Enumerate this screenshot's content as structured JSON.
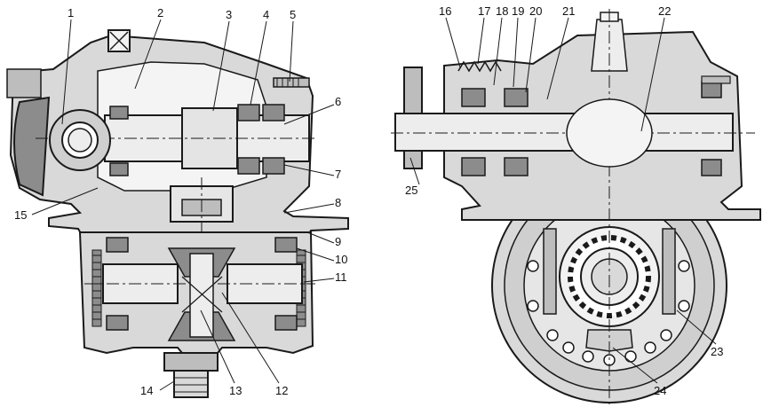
{
  "colors": {
    "ink": "#1a1a1a",
    "housing_fill": "#d9d9d9",
    "shade_fill": "#8c8c8c",
    "shaft_fill": "#ededed",
    "background": "#ffffff"
  },
  "callouts": [
    {
      "id": "c1",
      "text": "1"
    },
    {
      "id": "c2",
      "text": "2"
    },
    {
      "id": "c3",
      "text": "3"
    },
    {
      "id": "c4",
      "text": "4"
    },
    {
      "id": "c5",
      "text": "5"
    },
    {
      "id": "c6",
      "text": "6"
    },
    {
      "id": "c7",
      "text": "7"
    },
    {
      "id": "c8",
      "text": "8"
    },
    {
      "id": "c9",
      "text": "9"
    },
    {
      "id": "c10",
      "text": "10"
    },
    {
      "id": "c11",
      "text": "11"
    },
    {
      "id": "c12",
      "text": "12"
    },
    {
      "id": "c13",
      "text": "13"
    },
    {
      "id": "c14",
      "text": "14"
    },
    {
      "id": "c15",
      "text": "15"
    },
    {
      "id": "c16",
      "text": "16"
    },
    {
      "id": "c17",
      "text": "17"
    },
    {
      "id": "c18",
      "text": "18"
    },
    {
      "id": "c19",
      "text": "19"
    },
    {
      "id": "c20",
      "text": "20"
    },
    {
      "id": "c21",
      "text": "21"
    },
    {
      "id": "c22",
      "text": "22"
    },
    {
      "id": "c23",
      "text": "23"
    },
    {
      "id": "c24",
      "text": "24"
    },
    {
      "id": "c25",
      "text": "25"
    }
  ]
}
